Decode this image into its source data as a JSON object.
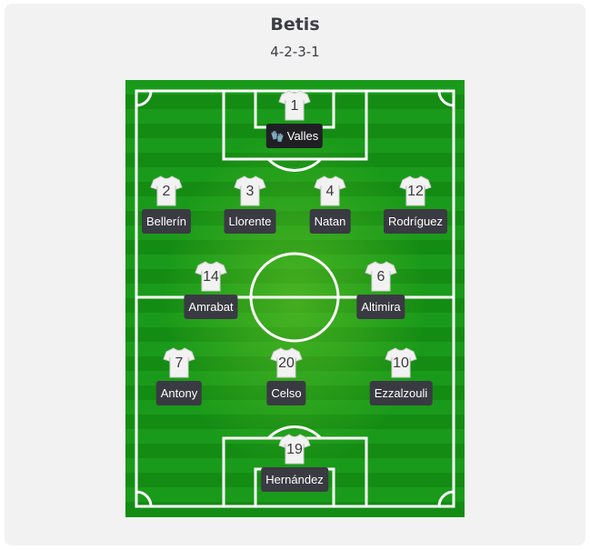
{
  "team": {
    "name": "Betis",
    "formation": "4-2-3-1"
  },
  "colors": {
    "pitch_dark": "#148c14",
    "pitch_light": "#1a9a1a",
    "label_bg": "#3a3a42",
    "shirt": "#f2f2f2"
  },
  "players": [
    {
      "number": "1",
      "name": "Valles",
      "icon": "goalkeeper-glove-icon",
      "glove": "🧤"
    },
    {
      "number": "2",
      "name": "Bellerín"
    },
    {
      "number": "3",
      "name": "Llorente"
    },
    {
      "number": "4",
      "name": "Natan"
    },
    {
      "number": "12",
      "name": "Rodríguez"
    },
    {
      "number": "14",
      "name": "Amrabat"
    },
    {
      "number": "6",
      "name": "Altimira"
    },
    {
      "number": "7",
      "name": "Antony"
    },
    {
      "number": "20",
      "name": "Celso"
    },
    {
      "number": "10",
      "name": "Ezzalzouli"
    },
    {
      "number": "19",
      "name": "Hernández"
    }
  ]
}
